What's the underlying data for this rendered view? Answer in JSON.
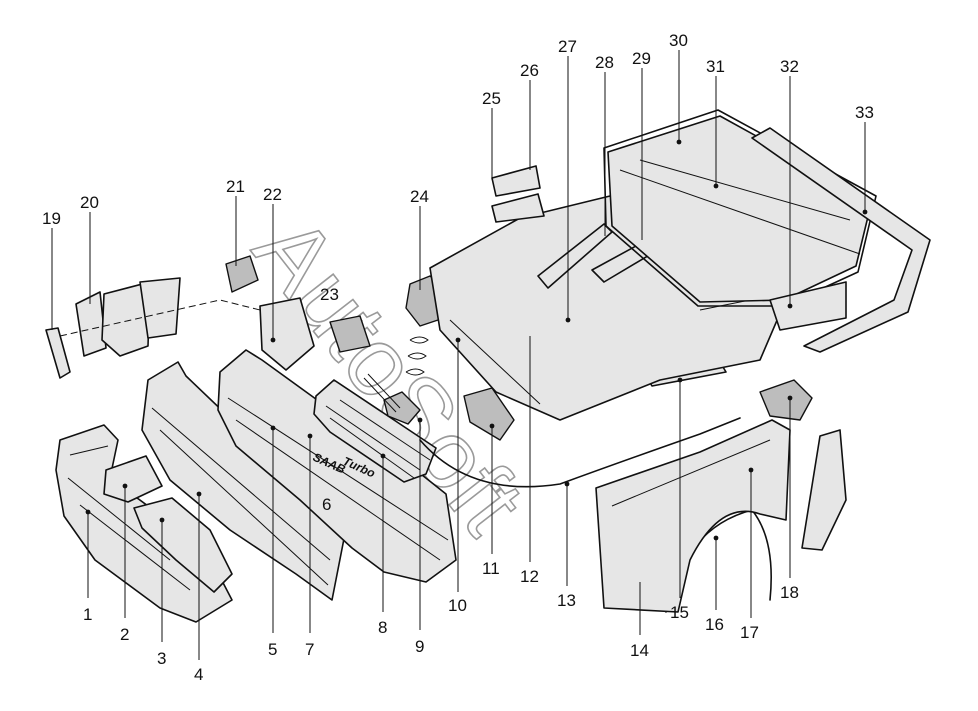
{
  "callouts": [
    "1",
    "2",
    "3",
    "4",
    "5",
    "6",
    "7",
    "8",
    "9",
    "10",
    "11",
    "12",
    "13",
    "14",
    "15",
    "16",
    "17",
    "18",
    "19",
    "20",
    "21",
    "22",
    "23",
    "24",
    "25",
    "26",
    "27",
    "28",
    "29",
    "30",
    "31",
    "32",
    "33"
  ],
  "badge_text": {
    "saab": "SAAB",
    "turbo": "Turbo"
  },
  "watermark": "AutoSoft",
  "colors": {
    "line": "#111111",
    "paper": "#ffffff",
    "watermark": "#9a9a9a"
  }
}
